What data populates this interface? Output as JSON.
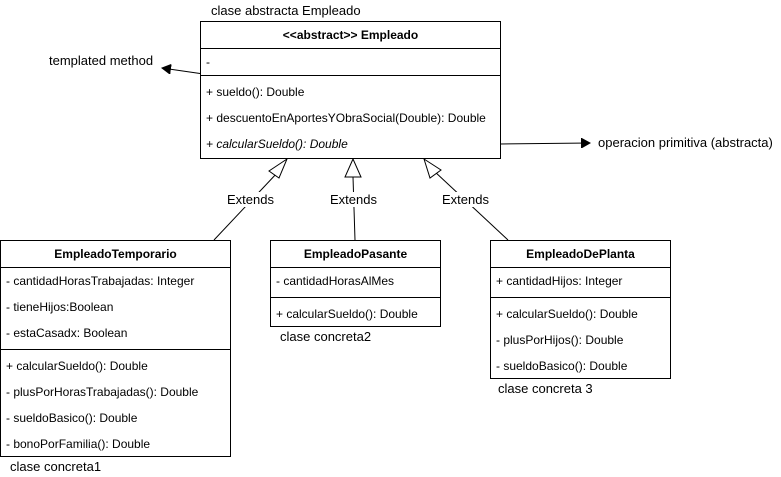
{
  "labels": {
    "abstract_class": "clase abstracta Empleado",
    "templated_method": "templated method",
    "primitive_operation": "operacion primitiva (abstracta)",
    "concrete1": "clase concreta1",
    "concrete2": "clase concreta2",
    "concrete3": "clase concreta 3"
  },
  "extends_label": "Extends",
  "empleado": {
    "title": "<<abstract>> Empleado",
    "attributes": [
      "-"
    ],
    "methods": [
      "+ sueldo(): Double",
      "+ descuentoEnAportesYObraSocial(Double): Double",
      "+ calcularSueldo(): Double"
    ]
  },
  "temporario": {
    "title": "EmpleadoTemporario",
    "attributes": [
      "- cantidadHorasTrabajadas: Integer",
      "- tieneHijos:Boolean",
      "- estaCasadx: Boolean"
    ],
    "methods": [
      "+ calcularSueldo(): Double",
      "- plusPorHorasTrabajadas(): Double",
      "- sueldoBasico(): Double",
      "- bonoPorFamilia(): Double"
    ]
  },
  "pasante": {
    "title": "EmpleadoPasante",
    "attributes": [
      "- cantidadHorasAlMes"
    ],
    "methods": [
      "+ calcularSueldo(): Double"
    ]
  },
  "planta": {
    "title": "EmpleadoDePlanta",
    "attributes": [
      "+ cantidadHijos: Integer"
    ],
    "methods": [
      "+ calcularSueldo(): Double",
      "- plusPorHijos(): Double",
      "- sueldoBasico(): Double"
    ]
  },
  "colors": {
    "line": "#000000",
    "background": "#ffffff"
  }
}
